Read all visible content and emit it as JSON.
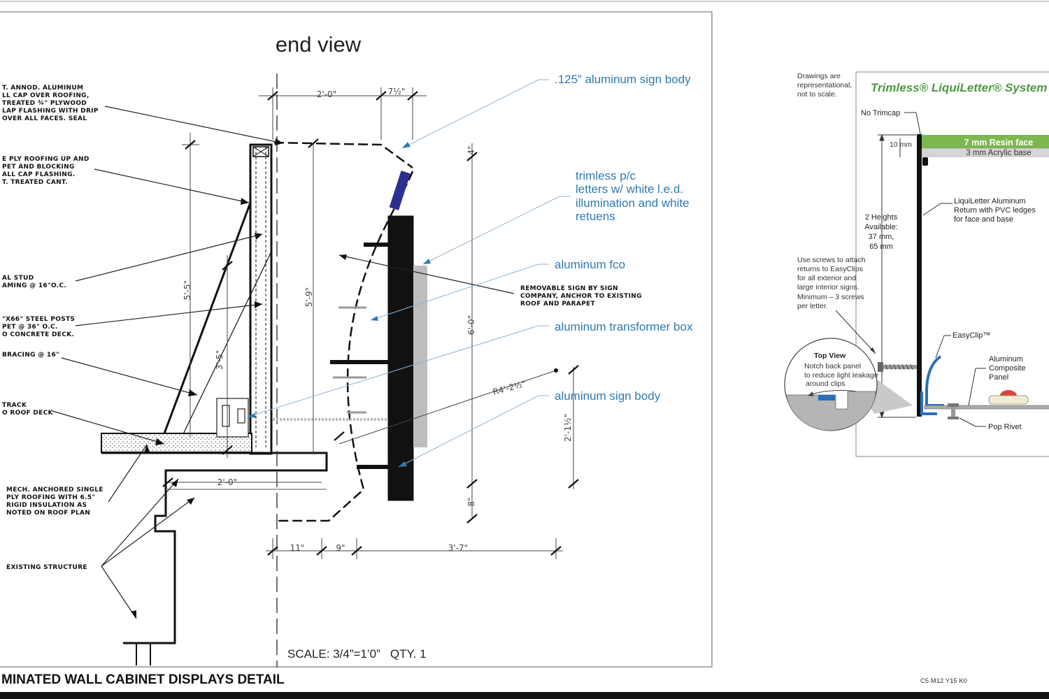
{
  "left_sheet": {
    "title": "end view",
    "scale_note": "SCALE: 3/4”=1’0”   QTY. 1",
    "footer_title": "MINATED WALL CABINET DISPLAYS DETAIL",
    "notes_left": [
      [
        "T. ANNOD. ALUMINUM",
        "LL CAP OVER ROOFING,",
        "TREATED ¾\" PLYWOOD",
        "LAP FLASHING WITH DRIP",
        "OVER ALL FACES. SEAL"
      ],
      [
        "E PLY ROOFING UP AND",
        "PET AND BLOCKING",
        "ALL CAP FLASHING.",
        "T. TREATED CANT."
      ],
      [
        "AL STUD",
        "AMING @ 16\"O.C."
      ],
      [
        "\"X66\" STEEL POSTS",
        "PET @ 36\" O.C.",
        "O CONCRETE DECK."
      ],
      [
        "BRACING @ 16\""
      ],
      [
        "TRACK",
        "O ROOF DECK"
      ],
      [
        "MECH. ANCHORED SINGLE",
        "PLY ROOFING WITH 6.5\"",
        "RIGID INSULATION AS",
        "NOTED ON ROOF PLAN"
      ],
      [
        "EXISTING STRUCTURE"
      ]
    ],
    "removable_note": [
      "REMOVABLE SIGN BY SIGN",
      "COMPANY, ANCHOR TO EXISTING",
      "ROOF AND PARAPET"
    ],
    "callouts": [
      [
        ".125” aluminum sign body"
      ],
      [
        "trimless p/c",
        "letters w/ white l.e.d.",
        "illumination and white",
        "retuens"
      ],
      [
        "aluminum fco"
      ],
      [
        "aluminum transformer box"
      ],
      [
        "aluminum sign body"
      ]
    ],
    "dimensions": {
      "top_2_0": "2'-0\"",
      "top_7_half": "7½\"",
      "h_5_5": "5'-5\"",
      "h_5_9": "5'-9\"",
      "h_3_5": "3'-5\"",
      "h_6_0": "6'-0\"",
      "h_4": "4\"",
      "h_8": "8\"",
      "h_2_1_half": "2'-1½\"",
      "radius": "R4'-2½\"",
      "bottom_2_0": "2'-0\"",
      "b_11": "11\"",
      "b_9": "9\"",
      "b_3_7": "3'-7\""
    }
  },
  "right_panel": {
    "scale_note": [
      "Drawings are",
      "representational,",
      "not to scale."
    ],
    "system_title": "Trimless® LiquiLetter® System",
    "no_trimcap": "No Trimcap",
    "resin_face": "7 mm Resin face",
    "acrylic_base": "3 mm Acrylic base",
    "ten_mm": "10 mm",
    "heights": [
      "2 Heights",
      "Available:",
      "37 mm,",
      "65 mm"
    ],
    "return_note": [
      "LiquiLetter Aluminum",
      "Return with PVC ledges",
      "for face and base"
    ],
    "screw_note": [
      "Use screws to attach",
      "returns to EasyClips",
      "for all exterior and",
      "large interior signs.",
      "Minimum – 3 screws",
      "per letter."
    ],
    "easyclip": "EasyClip™",
    "composite": [
      "Aluminum",
      "Composite",
      "Panel"
    ],
    "top_view_title": "Top View",
    "top_view_note": [
      "Notch back panel",
      "to reduce light leakage",
      "around clips"
    ],
    "pop_rivet": "Pop Rivet",
    "color_code": "C5 M12 Y15 K0",
    "accent_green": "#7cb84f",
    "edge_blue": "#2a6fb7"
  }
}
